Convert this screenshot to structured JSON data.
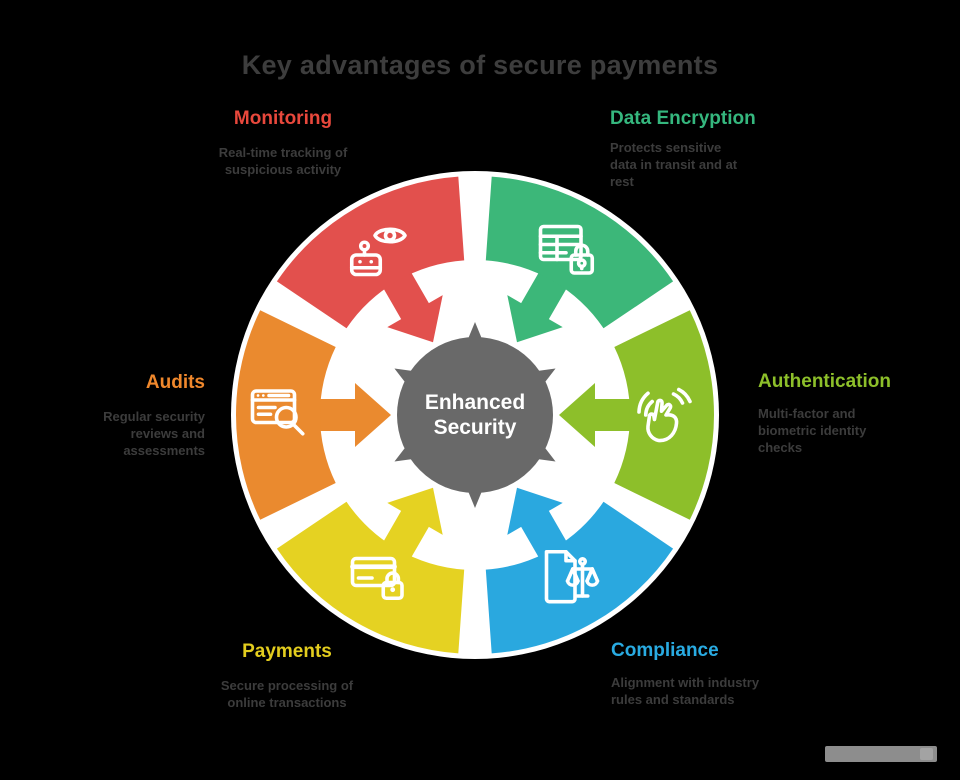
{
  "title": "Key advantages of secure payments",
  "center": {
    "label": "Enhanced Security"
  },
  "sections": [
    {
      "id": "monitoring",
      "label": "Monitoring",
      "color": "#e2504d",
      "icon": "eye-robot-monitoring-icon",
      "description": "Real-time tracking of suspicious activity"
    },
    {
      "id": "data-encryption",
      "label": "Data Encryption",
      "color": "#3cb779",
      "icon": "table-lock-encryption-icon",
      "description": "Protects sensitive data in transit and at rest"
    },
    {
      "id": "authentication",
      "label": "Authentication",
      "color": "#8dbf2a",
      "icon": "hand-gesture-authentication-icon",
      "description": "Multi-factor and biometric identity checks"
    },
    {
      "id": "compliance",
      "label": "Compliance",
      "color": "#2aa8df",
      "icon": "document-scales-compliance-icon",
      "description": "Alignment with industry rules and standards"
    },
    {
      "id": "payments",
      "label": "Payments",
      "color": "#e5d222",
      "icon": "card-lock-payments-icon",
      "description": "Secure processing of online transactions"
    },
    {
      "id": "audits",
      "label": "Audits",
      "color": "#ea8a2f",
      "icon": "browser-search-audits-icon",
      "description": "Regular security reviews and assessments"
    }
  ],
  "colors": {
    "background": "#000000",
    "diagram_background": "#ffffff",
    "center_circle": "#696969",
    "title_text": "#3d3d3d",
    "description_text": "#3c3c3c",
    "center_text": "#ffffff"
  }
}
